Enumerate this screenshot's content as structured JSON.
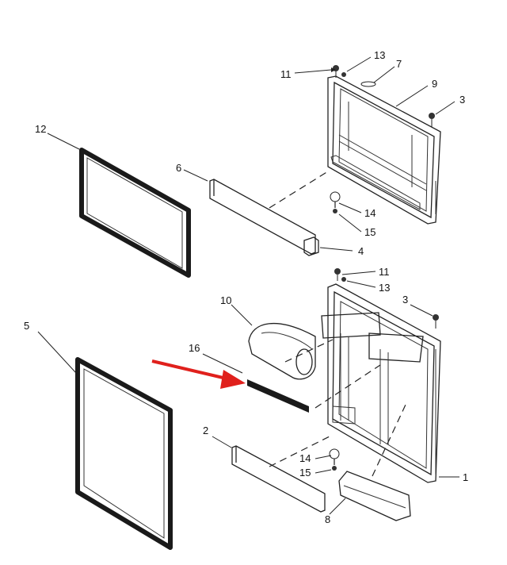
{
  "callouts": [
    {
      "id": "c1",
      "text": "1"
    },
    {
      "id": "c2",
      "text": "2"
    },
    {
      "id": "c3a",
      "text": "3"
    },
    {
      "id": "c3b",
      "text": "3"
    },
    {
      "id": "c4",
      "text": "4"
    },
    {
      "id": "c5",
      "text": "5"
    },
    {
      "id": "c6",
      "text": "6"
    },
    {
      "id": "c7",
      "text": "7"
    },
    {
      "id": "c8",
      "text": "8"
    },
    {
      "id": "c9",
      "text": "9"
    },
    {
      "id": "c10",
      "text": "10"
    },
    {
      "id": "c11a",
      "text": "11"
    },
    {
      "id": "c11b",
      "text": "11"
    },
    {
      "id": "c12",
      "text": "12"
    },
    {
      "id": "c13a",
      "text": "13"
    },
    {
      "id": "c13b",
      "text": "13"
    },
    {
      "id": "c14a",
      "text": "14"
    },
    {
      "id": "c14b",
      "text": "14"
    },
    {
      "id": "c15a",
      "text": "15"
    },
    {
      "id": "c15b",
      "text": "15"
    },
    {
      "id": "c16",
      "text": "16"
    }
  ],
  "highlight_arrow_color": "#e0201c"
}
